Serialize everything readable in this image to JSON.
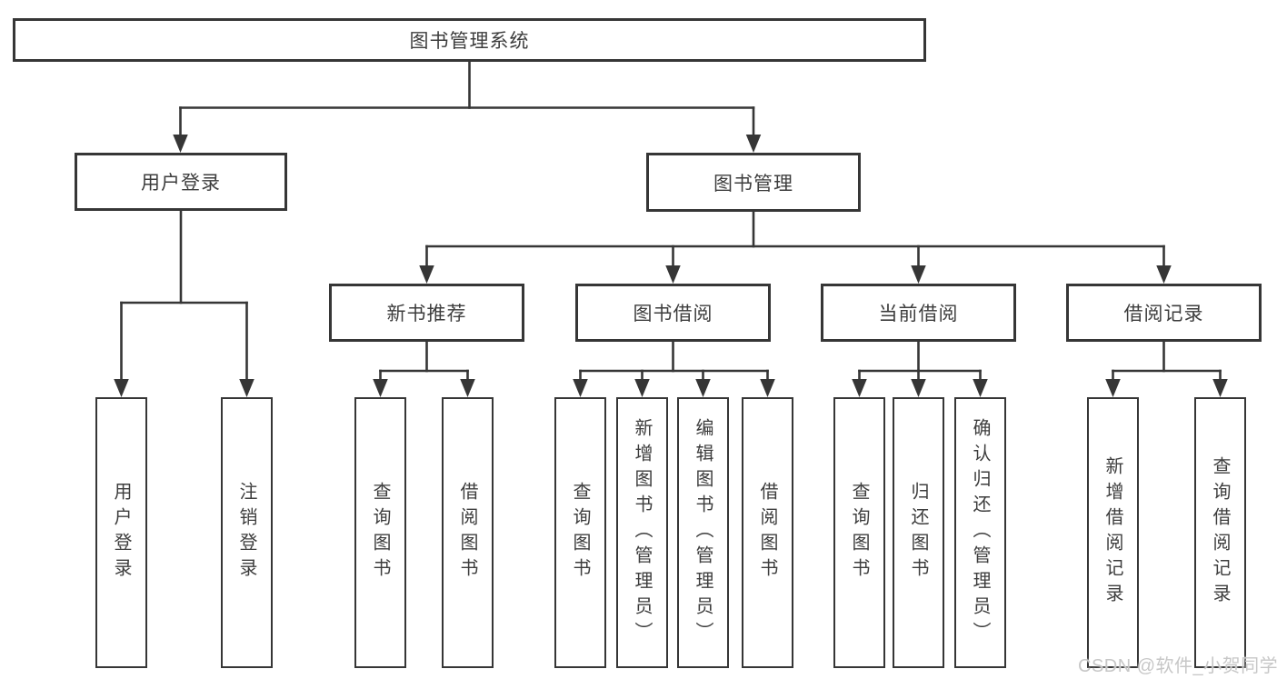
{
  "tree": {
    "root": {
      "label": "图书管理系统"
    },
    "branches": [
      {
        "label": "用户登录",
        "children": [
          {
            "label": "用户登录"
          },
          {
            "label": "注销登录"
          }
        ]
      },
      {
        "label": "图书管理",
        "children": [
          {
            "label": "新书推荐",
            "children": [
              {
                "label": "查询图书"
              },
              {
                "label": "借阅图书"
              }
            ]
          },
          {
            "label": "图书借阅",
            "children": [
              {
                "label": "查询图书"
              },
              {
                "label": "新增图书（管理员）"
              },
              {
                "label": "编辑图书（管理员）"
              },
              {
                "label": "借阅图书"
              }
            ]
          },
          {
            "label": "当前借阅",
            "children": [
              {
                "label": "查询图书"
              },
              {
                "label": "归还图书"
              },
              {
                "label": "确认归还（管理员）"
              }
            ]
          },
          {
            "label": "借阅记录",
            "children": [
              {
                "label": "新增借阅记录"
              },
              {
                "label": "查询借阅记录"
              }
            ]
          }
        ]
      }
    ]
  },
  "watermark": {
    "text": "CSDN @软件_小贺同学"
  },
  "colors": {
    "line": "#363636",
    "text": "#3d3d3d",
    "background": "#ffffff",
    "watermark": "#c7c7c7"
  }
}
